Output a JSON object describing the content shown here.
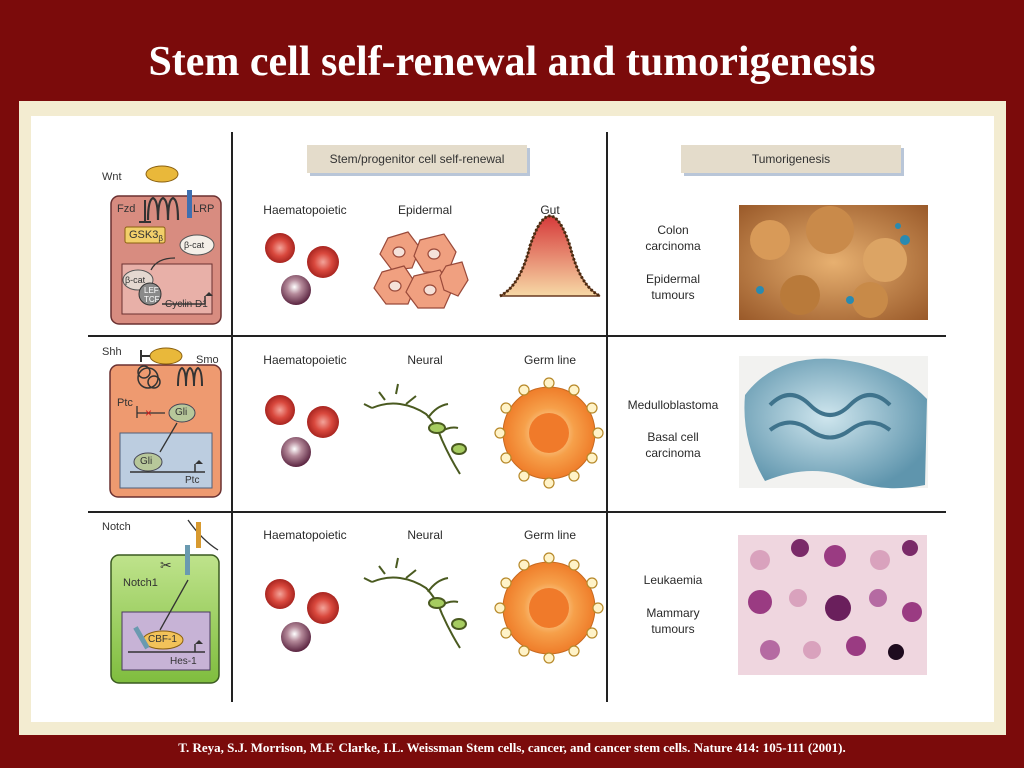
{
  "slide": {
    "title": "Stem cell self-renewal and tumorigenesis",
    "citation": "T. Reya, S.J. Morrison, M.F. Clarke, I.L. Weissman  Stem cells, cancer, and cancer stem cells.  Nature  414:  105-111 (2001)."
  },
  "headers": {
    "self_renewal": "Stem/progenitor cell self-renewal",
    "tumorigenesis": "Tumorigenesis"
  },
  "rows": [
    {
      "pathway": "Wnt",
      "labels": {
        "fzd": "Fzd",
        "lrp": "LRP",
        "gsk": "GSK3",
        "gsk_sub": "β",
        "bcat_free": "β-cat",
        "bcat_bound": "β-cat",
        "lef": "LEF",
        "tcf": "TCF",
        "target": "Cyclin D1"
      },
      "cells": [
        "Haematopoietic",
        "Epidermal",
        "Gut"
      ],
      "tumours": [
        "Colon carcinoma",
        "Epidermal tumours"
      ]
    },
    {
      "pathway": "Shh",
      "labels": {
        "smo": "Smo",
        "ptc": "Ptc",
        "gli_cyto": "Gli",
        "gli_nuc": "Gli",
        "target": "Ptc"
      },
      "cells": [
        "Haematopoietic",
        "Neural",
        "Germ line"
      ],
      "tumours": [
        "Medulloblastoma",
        "Basal cell carcinoma"
      ]
    },
    {
      "pathway": "Notch",
      "labels": {
        "receptor": "Notch1",
        "tf": "CBF-1",
        "target": "Hes-1"
      },
      "cells": [
        "Haematopoietic",
        "Neural",
        "Germ line"
      ],
      "tumours": [
        "Leukaemia",
        "Mammary tumours"
      ]
    }
  ],
  "colors": {
    "background": "#7b0b0b",
    "frame": "#f3ecd1",
    "wnt_box": "#d88c80",
    "shh_box": "#ee9a70",
    "notch_box": "#96cc57",
    "rbc": "#d0443a",
    "germ": "#f08a3a"
  }
}
